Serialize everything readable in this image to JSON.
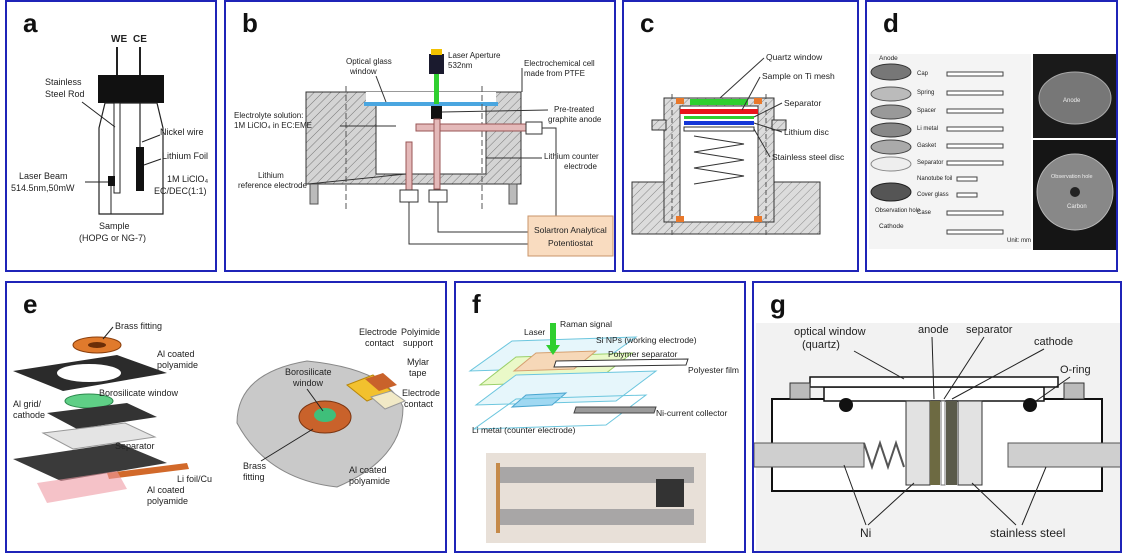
{
  "panels": {
    "a": {
      "label": "a",
      "we": "WE",
      "ce": "CE",
      "rod1": "Stainless",
      "rod2": "Steel Rod",
      "nickel": "Nickel wire",
      "lithium": "Lithium Foil",
      "laser1": "Laser Beam",
      "laser2": "514.5nm,50mW",
      "elec1": "1M LiClO₄",
      "elec2": "EC/DEC(1:1)",
      "sample1": "Sample",
      "sample2": "(HOPG or NG-7)"
    },
    "b": {
      "label": "b",
      "aperture1": "Laser Aperture",
      "aperture2": "532nm",
      "glass1": "Optical glass",
      "glass2": "window",
      "cell1": "Electrochemical cell",
      "cell2": "made from PTFE",
      "sol1": "Electrolyte solution:",
      "sol2": "1M LiClO₄ in EC:EME",
      "anode1": "Pre-treated",
      "anode2": "graphite anode",
      "counter1": "Lithium counter",
      "counter2": "electrode",
      "ref1": "Lithium",
      "ref2": "reference electrode",
      "pot1": "Solartron Analytical",
      "pot2": "Potentiostat"
    },
    "c": {
      "label": "c",
      "quartz": "Quartz window",
      "sample": "Sample on Ti mesh",
      "separator": "Separator",
      "lidisc": "Lithium disc",
      "ssdisc": "Stainless steel disc"
    },
    "d": {
      "label": "d",
      "parts": [
        "Cap",
        "Spring",
        "Spacer",
        "Li metal",
        "Gasket",
        "Separator",
        "Nanotube foil",
        "Cover glass",
        "Case"
      ],
      "anode": "Anode",
      "cathode": "Cathode",
      "obs": "Observation hole",
      "obs2": "Observation hole",
      "anode_photo": "Anode",
      "carbon": "Carbon",
      "unit": "Unit: mm"
    },
    "e": {
      "label": "e",
      "brass": "Brass fitting",
      "al1": "Al coated",
      "al2": "polyamide",
      "boro": "Borosilicate window",
      "grid1": "Al grid/",
      "grid2": "cathode",
      "separator": "Separator",
      "lifoil": "Li foil/Cu",
      "al3": "Al coated",
      "al4": "polyamide",
      "rboro1": "Borosilicate",
      "rboro2": "window",
      "econtact1": "Electrode",
      "econtact2": "contact",
      "poly1": "Polyimide",
      "poly2": "support",
      "mylar1": "Mylar",
      "mylar2": "tape",
      "econtact3": "Electrode",
      "econtact4": "contact",
      "rbrass1": "Brass",
      "rbrass2": "fitting",
      "ral1": "Al coated",
      "ral2": "polyamide"
    },
    "f": {
      "label": "f",
      "laser": "Laser",
      "raman": "Raman signal",
      "sinp": "Si NPs (working electrode)",
      "polysep": "Polymer separator",
      "polyfilm": "Polyester film",
      "nicc": "Ni-current collector",
      "limetal": "Li metal (counter electrode)"
    },
    "g": {
      "label": "g",
      "window1": "optical window",
      "window2": "(quartz)",
      "anode": "anode",
      "separator": "separator",
      "cathode": "cathode",
      "oring": "O-ring",
      "ni": "Ni",
      "ss": "stainless steel"
    }
  },
  "colors": {
    "border": "#1f24b8",
    "laser_green": "#2fcf2f",
    "red": "#e8141c",
    "blue": "#1436d8",
    "orange": "#e9782a",
    "potentiostat": "#f9dcc0"
  }
}
